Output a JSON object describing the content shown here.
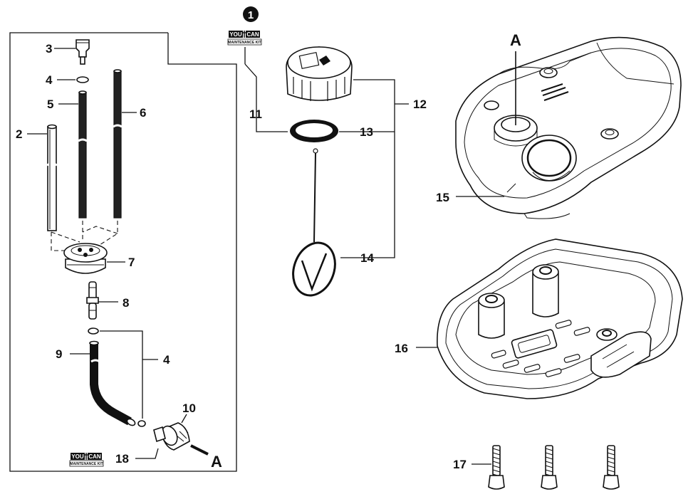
{
  "callout_circle": "1",
  "kit_logo": {
    "brand_left": "YOU",
    "brand_right": "CAN",
    "subtitle": "MAINTENANCE KIT"
  },
  "part_numbers": {
    "p2": "2",
    "p3": "3",
    "p4a": "4",
    "p4b": "4",
    "p5": "5",
    "p6": "6",
    "p7": "7",
    "p8": "8",
    "p9": "9",
    "p10": "10",
    "p11": "11",
    "p12": "12",
    "p13": "13",
    "p14": "14",
    "p15": "15",
    "p16": "16",
    "p17": "17",
    "p18": "18"
  },
  "reference_letters": {
    "a_top": "A",
    "a_bottom": "A"
  },
  "colors": {
    "ink": "#111111",
    "background": "#ffffff"
  }
}
